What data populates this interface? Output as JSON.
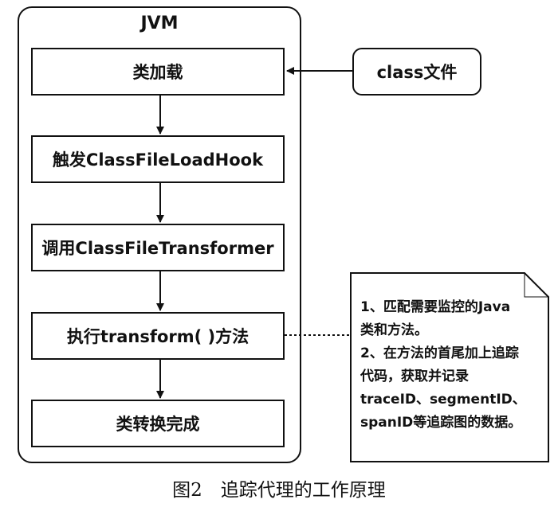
{
  "jvm": {
    "title": "JVM",
    "steps": [
      "类加载",
      "触发ClassFileLoadHook",
      "调用ClassFileTransformer",
      "执行transform( )方法",
      "类转换完成"
    ]
  },
  "class_file": {
    "label": "class文件"
  },
  "note": {
    "lines": [
      "1、匹配需要监控的Java",
      "类和方法。",
      "2、在方法的首尾加上追踪",
      "代码，获取并记录",
      "traceID、segmentID、",
      "spanID等追踪图的数据。"
    ]
  },
  "caption": "图2　追踪代理的工作原理"
}
